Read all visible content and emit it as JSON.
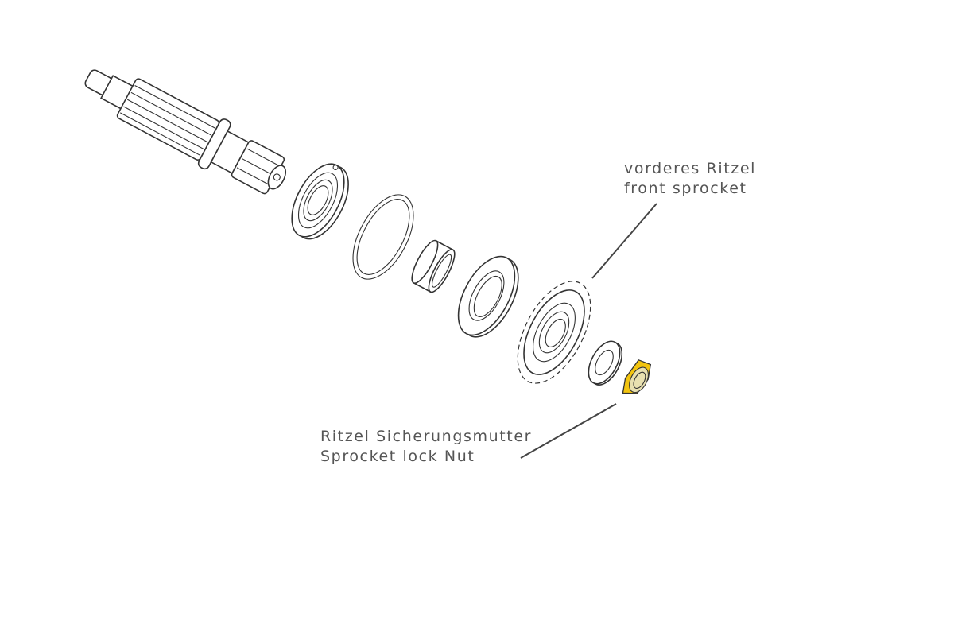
{
  "labels": {
    "front_sprocket": {
      "line1": "vorderes Ritzel",
      "line2": "front sprocket"
    },
    "lock_nut": {
      "line1": "Ritzel Sicherungsmutter",
      "line2": "Sprocket lock Nut"
    }
  },
  "colors": {
    "highlight": "#f2c40f",
    "text": "#555555",
    "line": "#333333"
  }
}
